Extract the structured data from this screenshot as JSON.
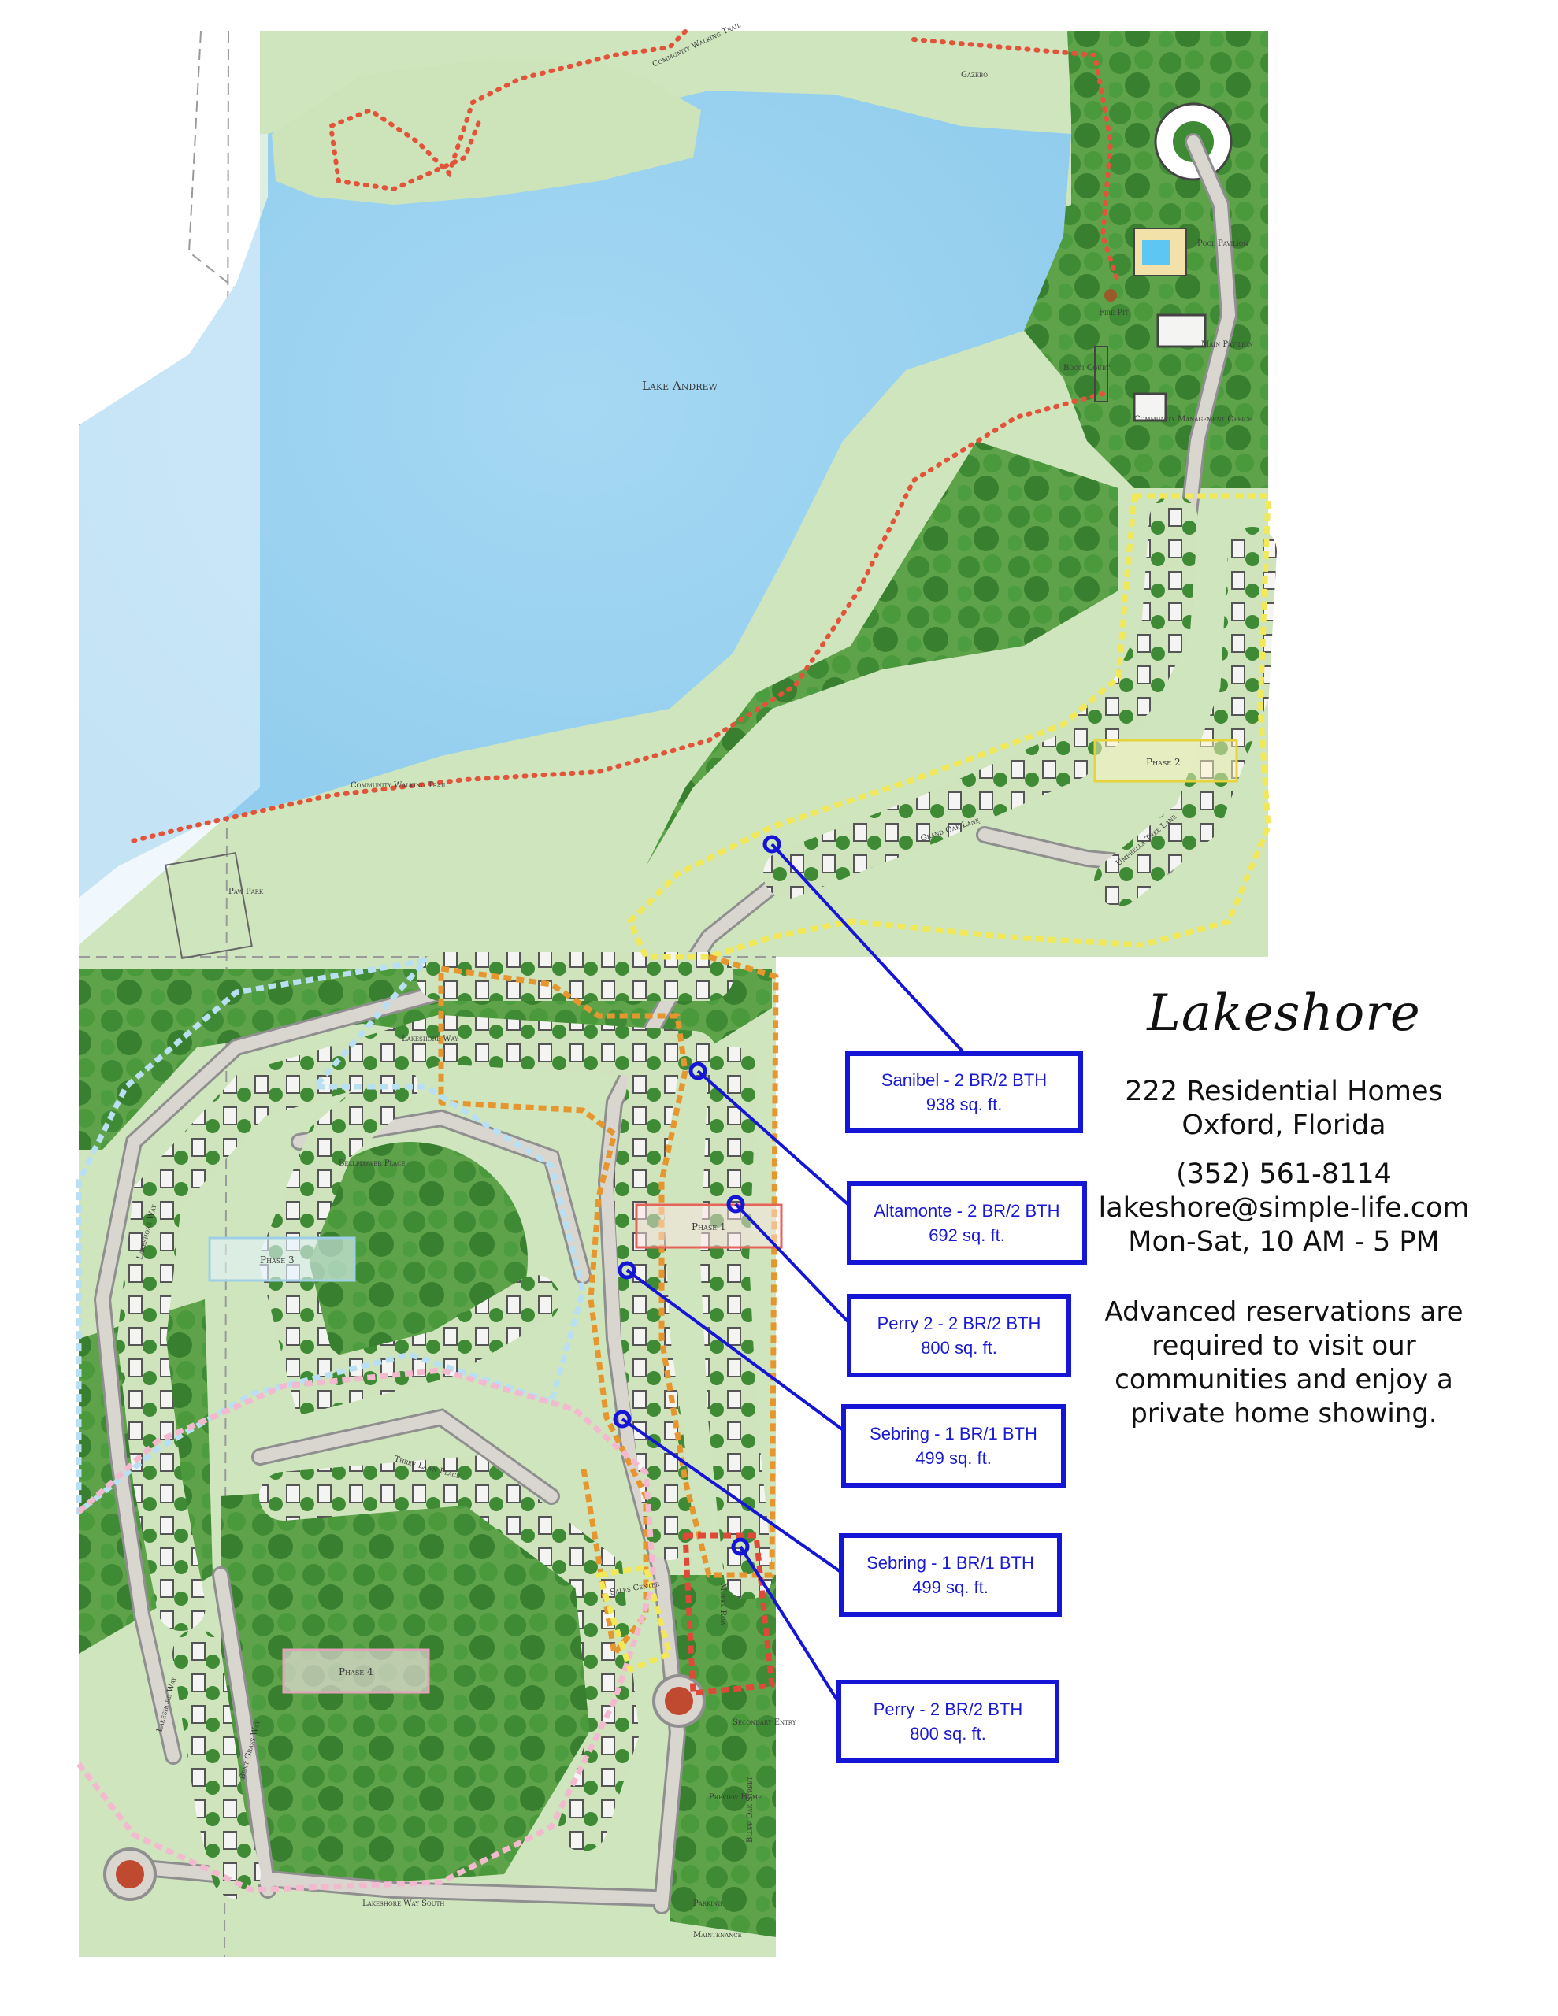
{
  "map_labels": {
    "lake": "Lake Andrew",
    "trail_north": "Community Walking Trail",
    "trail_south": "Community Walking Trail",
    "gazebo": "Gazebo",
    "pool_pavilion": "Pool Pavilion",
    "fire_pit": "Fire Pit",
    "main_pavilion": "Main Pavilion",
    "bocce_court": "Bocci Court",
    "mgmt_office": "Community Management Office",
    "paw_park": "Paw Park",
    "phase1": "Phase 1",
    "phase2": "Phase 2",
    "phase3": "Phase 3",
    "phase4": "Phase 4",
    "grand_oak": "Grand Oak Lane",
    "umbrella_tree": "Umbrella Tree Lane",
    "lakeshore_way": "Lakeshore Way",
    "lakeshore_way_west": "Lakeshore Way",
    "lakeshore_way_south": "Lakeshore Way South",
    "bellflower": "Bellflower Place",
    "three_lawn": "Three Lawn Place",
    "model_row": "Model Row",
    "sales_center": "Sales Center",
    "secondary_entry": "Secondary Entry",
    "preview_home": "Preview Home",
    "parking": "Parking",
    "maintenance": "Maintenance",
    "bluff_oak": "Bluff Oak Street",
    "bent_grass": "Bent Grass Way",
    "lakeshore_way_sw": "Lakeshore Way"
  },
  "callouts": [
    {
      "name": "Sanibel - 2 BR/2 BTH",
      "size": "938 sq. ft."
    },
    {
      "name": "Altamonte - 2 BR/2 BTH",
      "size": "692 sq. ft."
    },
    {
      "name": "Perry 2 - 2 BR/2 BTH",
      "size": "800 sq. ft."
    },
    {
      "name": "Sebring - 1 BR/1 BTH",
      "size": "499 sq. ft."
    },
    {
      "name": "Sebring - 1 BR/1 BTH",
      "size": "499 sq. ft."
    },
    {
      "name": "Perry - 2 BR/2 BTH",
      "size": "800 sq. ft."
    }
  ],
  "info": {
    "brand": "Lakeshore",
    "homes": "222 Residential Homes",
    "location": "Oxford, Florida",
    "phone": "(352) 561-8114",
    "email": "lakeshore@simple-life.com",
    "hours": "Mon-Sat, 10 AM - 5 PM",
    "note": "Advanced reservations are required to visit our communities and enjoy a private home showing."
  },
  "colors": {
    "lake": "#a9d9f2",
    "grass": "#cfe5bd",
    "trees": "#4e9a3e",
    "phase1_boundary": "#e6962e",
    "phase2_boundary": "#f1e85a",
    "phase3_boundary": "#b8e0f2",
    "phase4_boundary": "#f3b9cf",
    "trail": "#e2533a",
    "callout": "#1515d6"
  },
  "icons": [
    "lot-marker-icon",
    "roundabout-icon"
  ]
}
